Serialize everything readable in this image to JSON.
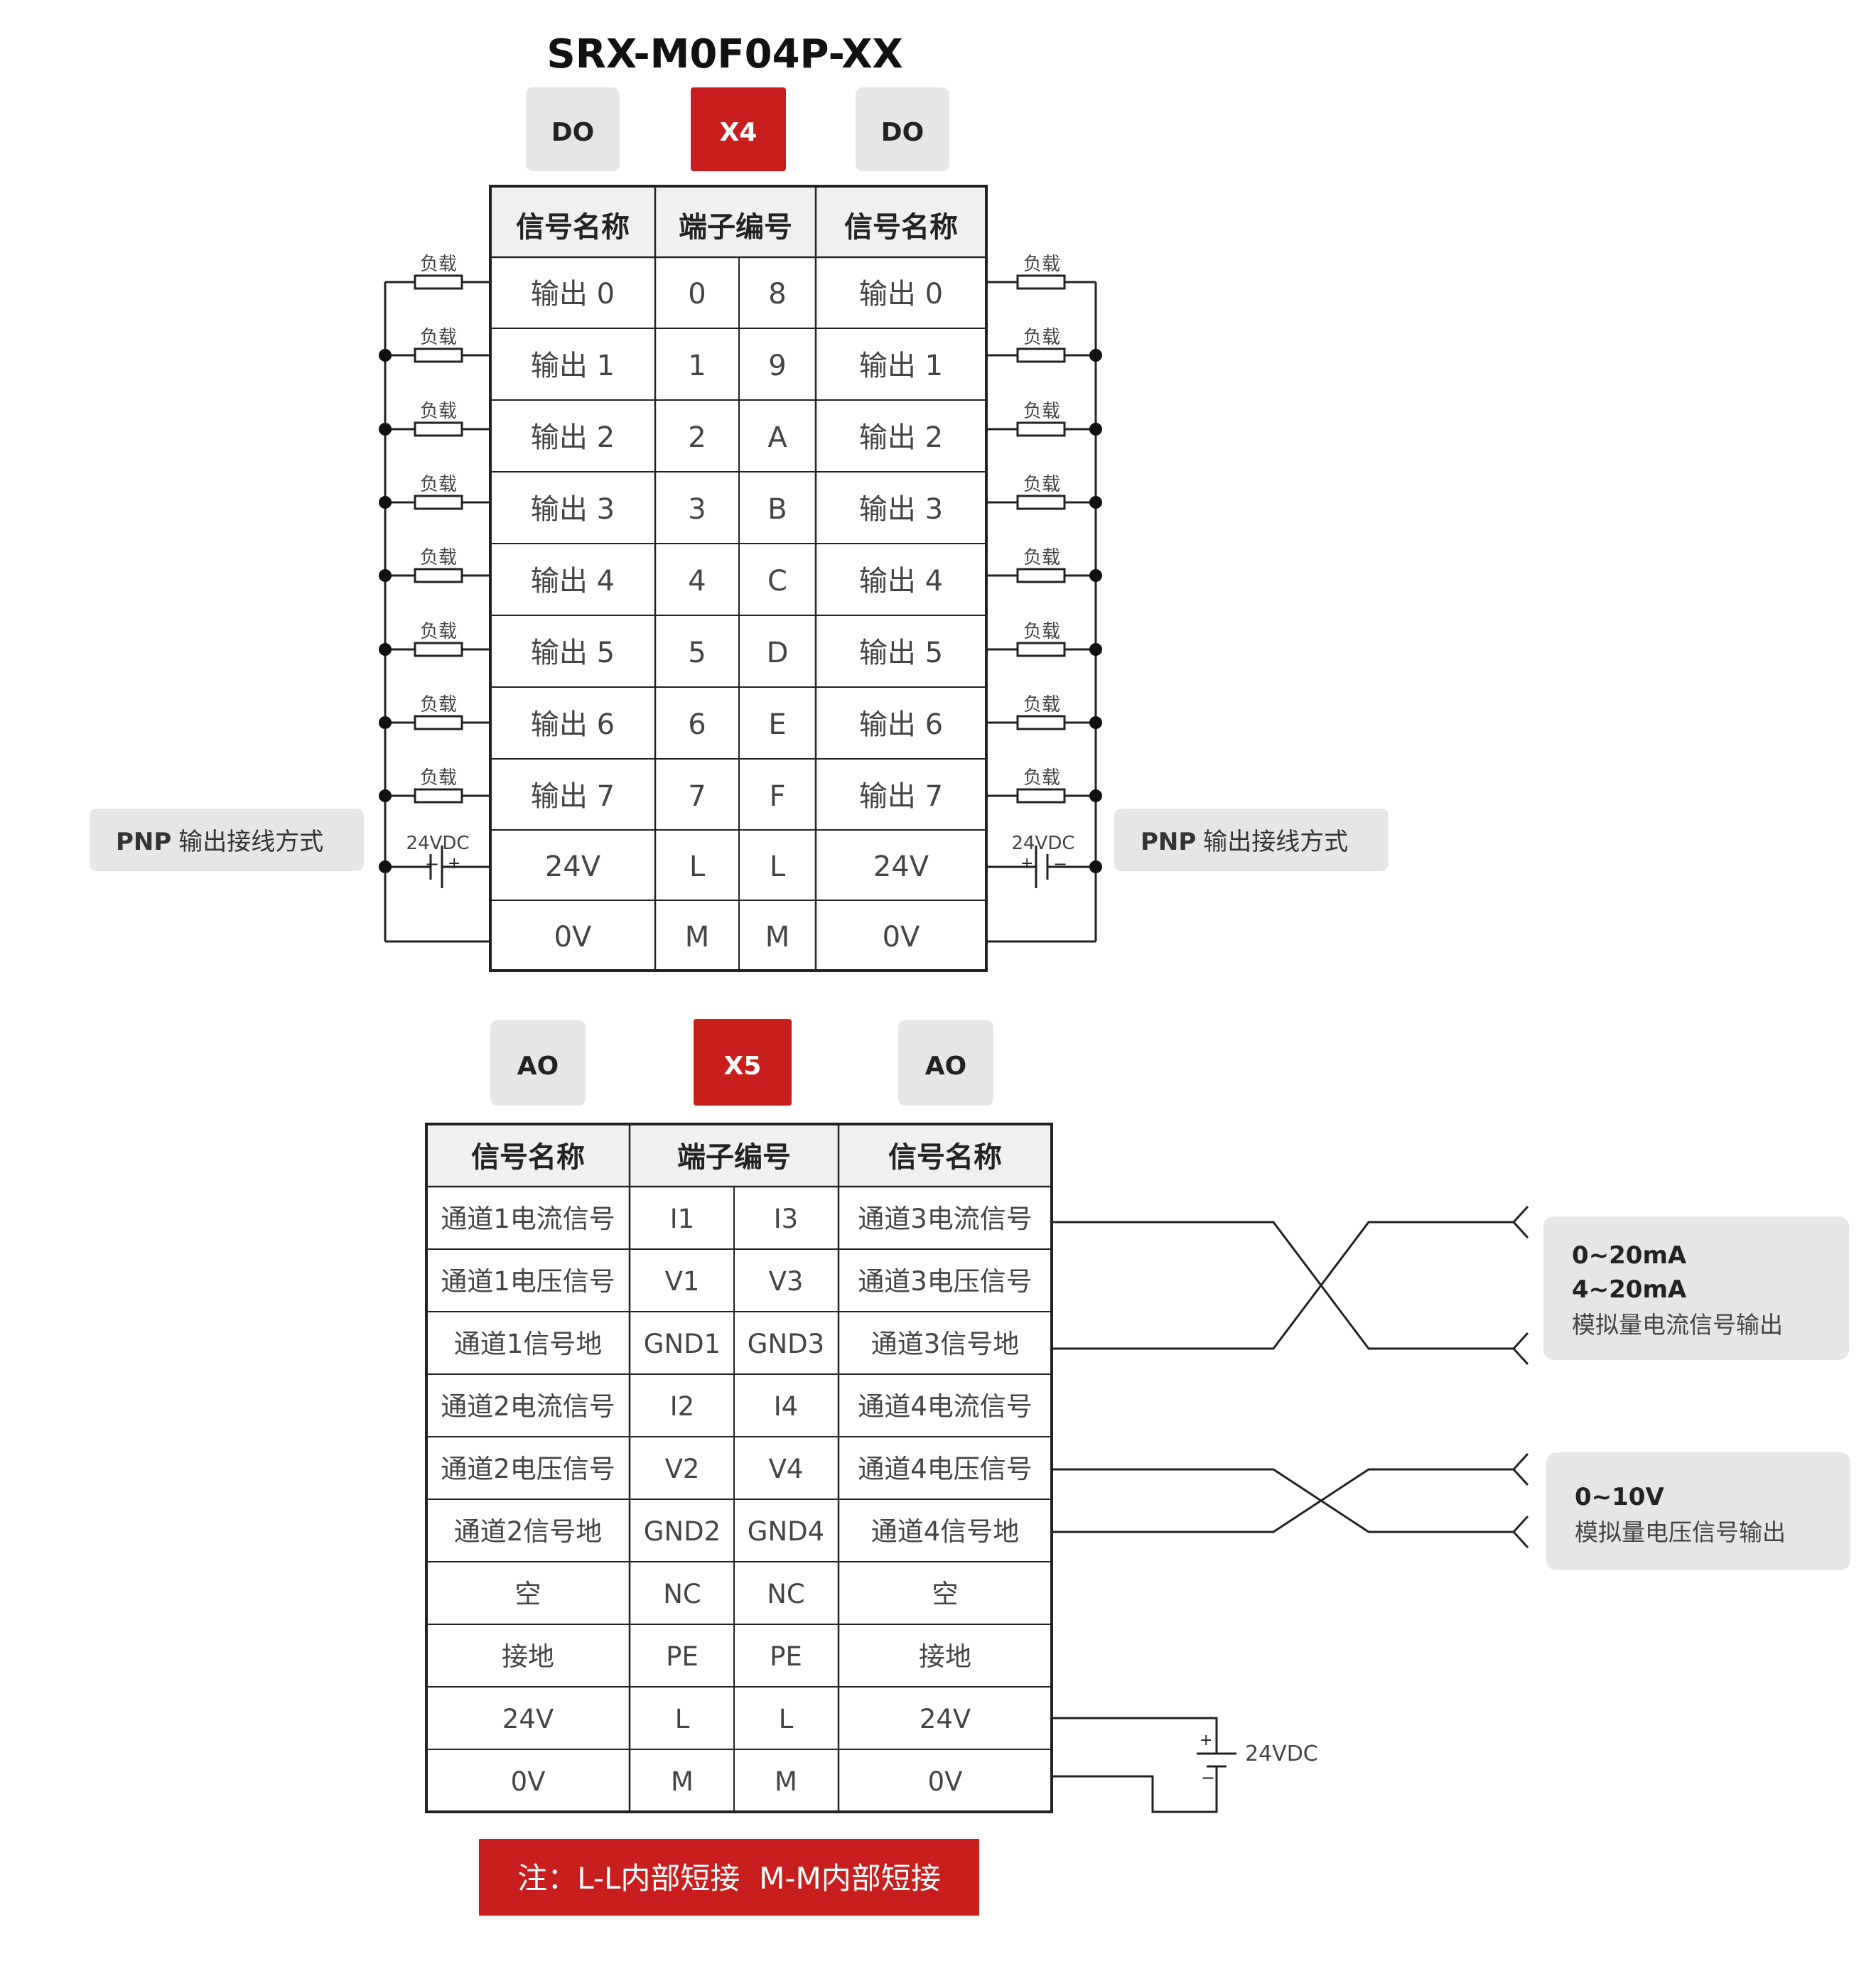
{
  "title": "SRX-M0F04P-XX",
  "x4": {
    "left_tag": "DO",
    "center_tag": "X4",
    "right_tag": "DO",
    "headers": [
      "信号名称",
      "端子编号",
      "信号名称"
    ],
    "rows": [
      [
        "输出 0",
        "0",
        "8",
        "输出 0"
      ],
      [
        "输出 1",
        "1",
        "9",
        "输出 1"
      ],
      [
        "输出 2",
        "2",
        "A",
        "输出 2"
      ],
      [
        "输出 3",
        "3",
        "B",
        "输出 3"
      ],
      [
        "输出 4",
        "4",
        "C",
        "输出 4"
      ],
      [
        "输出 5",
        "5",
        "D",
        "输出 5"
      ],
      [
        "输出 6",
        "6",
        "E",
        "输出 6"
      ],
      [
        "输出 7",
        "7",
        "F",
        "输出 7"
      ],
      [
        "24V",
        "L",
        "L",
        "24V"
      ],
      [
        "0V",
        "M",
        "M",
        "0V"
      ]
    ],
    "load_label": "负载",
    "supply_label": "24VDC",
    "wiring_bold": "PNP",
    "wiring_label": "输出接线方式"
  },
  "x5": {
    "left_tag": "AO",
    "center_tag": "X5",
    "right_tag": "AO",
    "headers": [
      "信号名称",
      "端子编号",
      "信号名称"
    ],
    "rows": [
      [
        "通道1电流信号",
        "I1",
        "I3",
        "通道3电流信号"
      ],
      [
        "通道1电压信号",
        "V1",
        "V3",
        "通道3电压信号"
      ],
      [
        "通道1信号地",
        "GND1",
        "GND3",
        "通道3信号地"
      ],
      [
        "通道2电流信号",
        "I2",
        "I4",
        "通道4电流信号"
      ],
      [
        "通道2电压信号",
        "V2",
        "V4",
        "通道4电压信号"
      ],
      [
        "通道2信号地",
        "GND2",
        "GND4",
        "通道4信号地"
      ],
      [
        "空",
        "NC",
        "NC",
        "空"
      ],
      [
        "接地",
        "PE",
        "PE",
        "接地"
      ],
      [
        "24V",
        "L",
        "L",
        "24V"
      ],
      [
        "0V",
        "M",
        "M",
        "0V"
      ]
    ],
    "current_box": {
      "line1": "0~20mA",
      "line2": "4~20mA",
      "line3": "模拟量电流信号输出"
    },
    "voltage_box": {
      "line1": "0~10V",
      "line2": "模拟量电压信号输出"
    },
    "supply_label": "24VDC"
  },
  "note": "注：L-L内部短接  M-M内部短接",
  "colors": {
    "accent": "#c81e1e",
    "tag_grey": "#e6e6e6",
    "header_grey": "#f0f0f0",
    "line": "#222222"
  }
}
